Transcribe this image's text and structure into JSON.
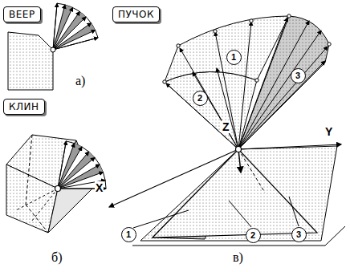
{
  "diagram": {
    "nodes": [
      {
        "text": [
          "ВЕЕР"
        ]
      },
      {
        "text": [
          "ПУЧОК"
        ]
      },
      {
        "text": [
          "1"
        ]
      },
      {
        "text": [
          "3"
        ]
      },
      {
        "text": [
          "2"
        ]
      },
      {
        "text": [
          "КЛИН"
        ]
      },
      {
        "text": [
          "1"
        ]
      },
      {
        "text": [
          "2"
        ]
      },
      {
        "text": [
          "3"
        ]
      }
    ],
    "labels": [
      "а)",
      "Z",
      "Y",
      "X",
      "б)",
      "в)"
    ]
  }
}
